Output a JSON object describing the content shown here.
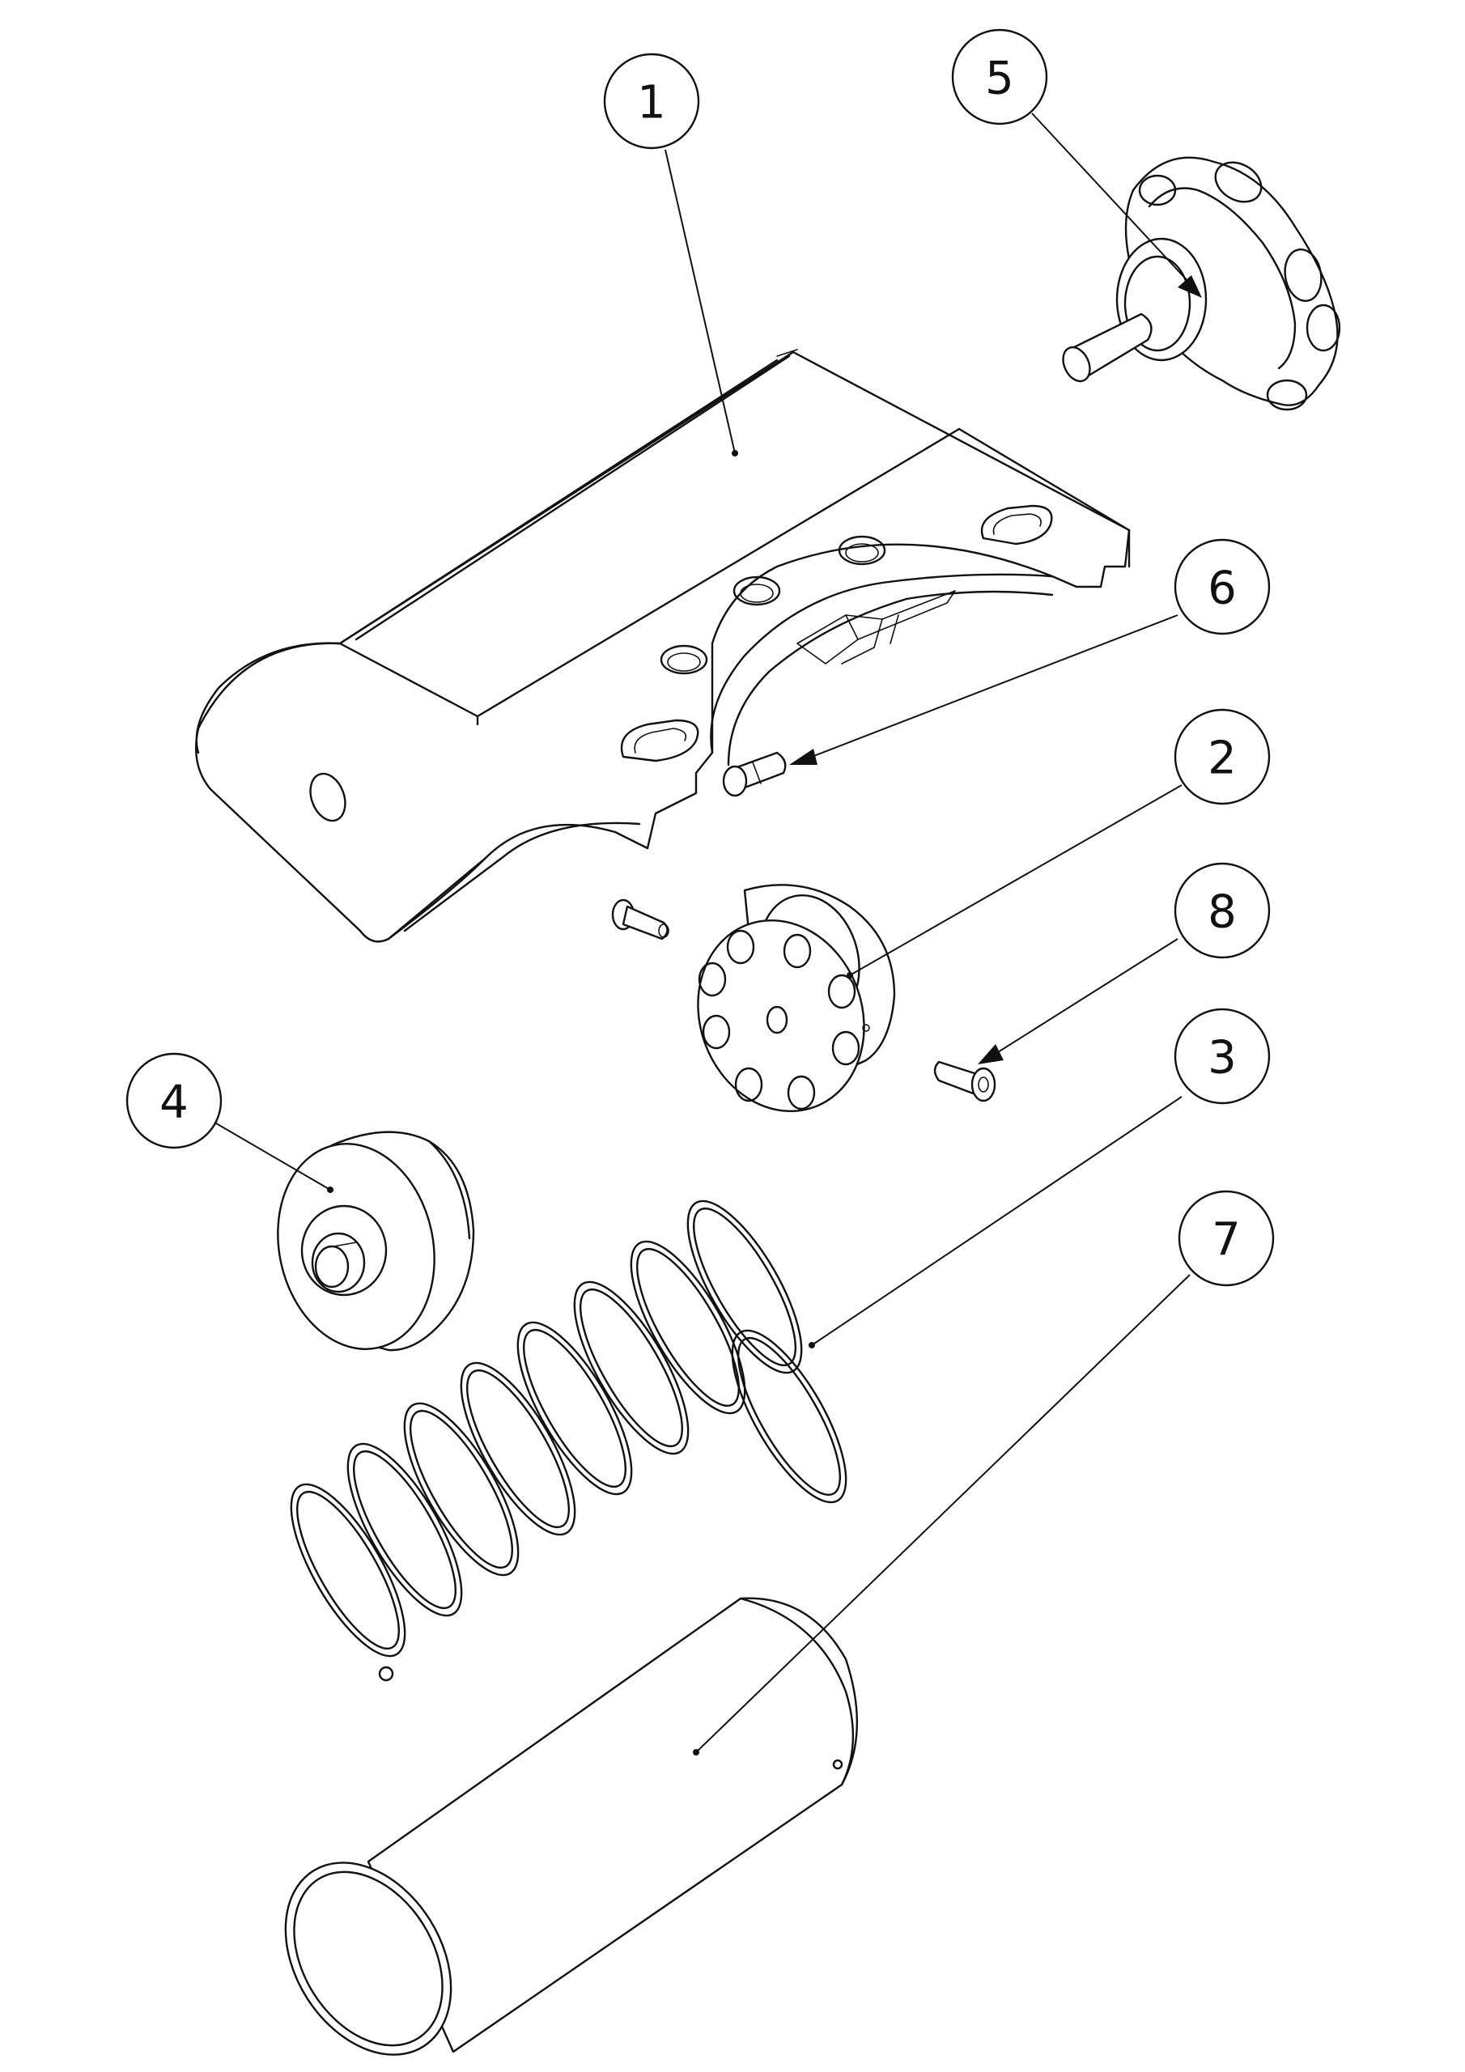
{
  "balloons": [
    {
      "number": "1",
      "part": "base-bracket"
    },
    {
      "number": "2",
      "part": "piston-disc"
    },
    {
      "number": "3",
      "part": "coil-spring"
    },
    {
      "number": "4",
      "part": "end-cap"
    },
    {
      "number": "5",
      "part": "star-knob"
    },
    {
      "number": "6",
      "part": "small-pin"
    },
    {
      "number": "7",
      "part": "tube"
    },
    {
      "number": "8",
      "part": "rivet-pin"
    }
  ],
  "colors": {
    "line": "#111111",
    "background": "#ffffff"
  }
}
